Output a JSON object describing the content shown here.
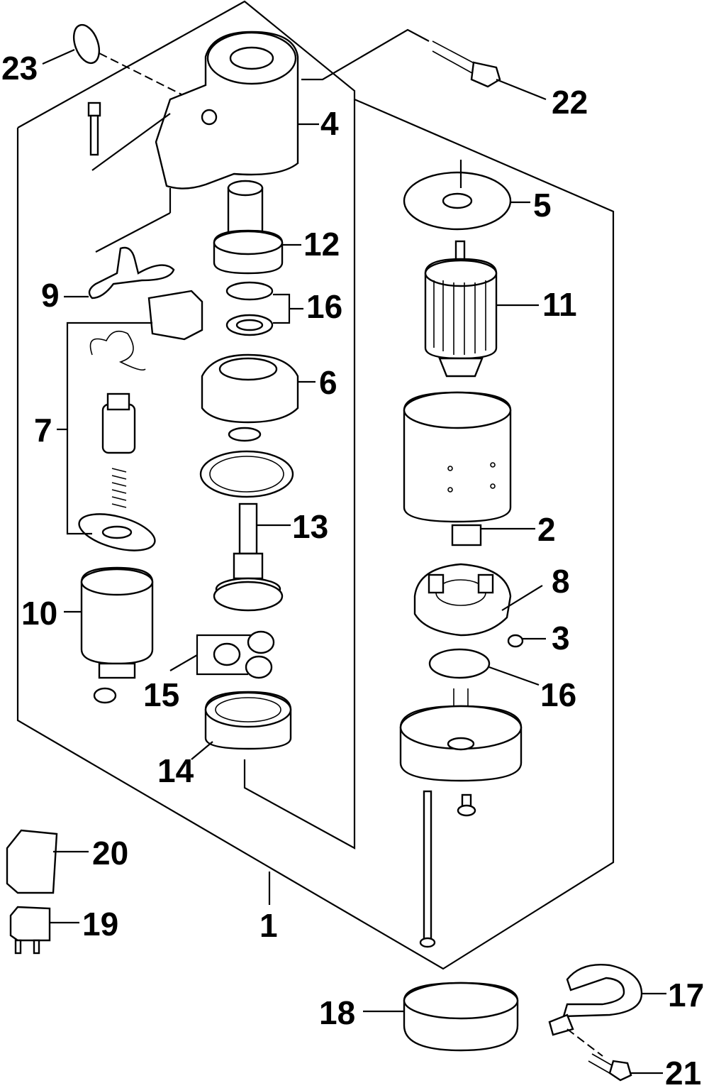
{
  "callouts": {
    "c1": "1",
    "c2": "2",
    "c3": "3",
    "c4": "4",
    "c5": "5",
    "c6": "6",
    "c7": "7",
    "c8": "8",
    "c9": "9",
    "c10": "10",
    "c11": "11",
    "c12": "12",
    "c13": "13",
    "c14": "14",
    "c15": "15",
    "c16a": "16",
    "c16b": "16",
    "c17": "17",
    "c18": "18",
    "c19": "19",
    "c20": "20",
    "c21": "21",
    "c22": "22",
    "c23": "23"
  }
}
